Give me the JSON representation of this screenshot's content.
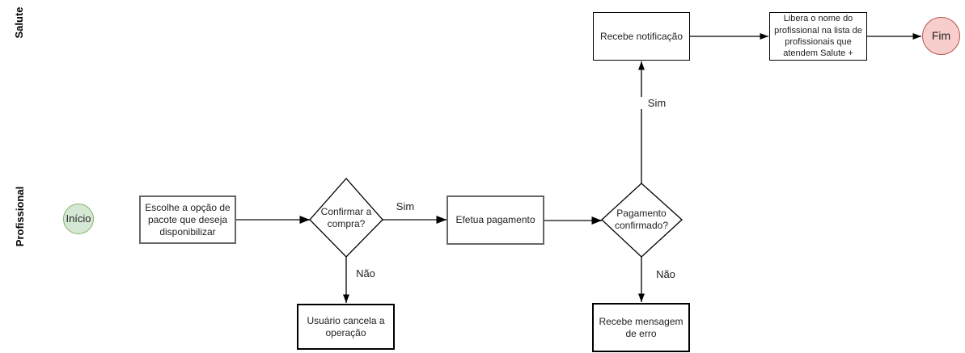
{
  "diagram": {
    "lanes": {
      "top": "Salute",
      "bottom": "Profissional"
    },
    "nodes": {
      "start": "Início",
      "choose_package": "Escolhe a opção de pacote que deseja disponibilizar",
      "confirm_purchase": "Confirmar a compra?",
      "make_payment": "Efetua pagamento",
      "payment_confirmed": "Pagamento confirmado?",
      "receive_notification": "Recebe notificação",
      "release_name": "Libera o nome do profissional na lista de profissionais que atendem Salute +",
      "end": "Fim",
      "user_cancels": "Usuário cancela a operação",
      "error_message": "Recebe mensagem de erro"
    },
    "edge_labels": {
      "confirm_yes": "Sim",
      "confirm_no": "Não",
      "payment_yes": "Sim",
      "payment_no": "Não"
    },
    "colors": {
      "start_fill": "#d5e8d4",
      "start_stroke": "#82b366",
      "end_fill": "#f8cecc",
      "end_stroke": "#b85450",
      "main_flow_stroke": "#666666",
      "line_black": "#000000"
    }
  }
}
